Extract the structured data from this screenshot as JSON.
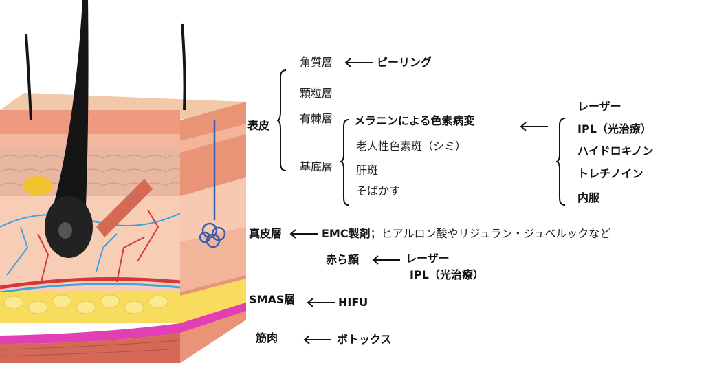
{
  "epidermis": {
    "label": "表皮",
    "layers": [
      "角質層",
      "顆粒層",
      "有棘層",
      "基底層"
    ],
    "stratum_corneum_treatment": "ピーリング"
  },
  "pigment": {
    "heading": "メラニンによる色素病変",
    "conditions": [
      "老人性色素斑（シミ）",
      "肝斑",
      "そばかす"
    ],
    "treatments": [
      "レーザー",
      "IPL（光治療）",
      "ハイドロキノン",
      "トレチノイン",
      "内服"
    ]
  },
  "dermis": {
    "label": "真皮層",
    "treatment_bold": "EMC製剤",
    "treatment_rest": "；ヒアルロン酸やリジュラン・ジュベルックなど"
  },
  "redness": {
    "label": "赤ら顔",
    "treatments": [
      "レーザー",
      "IPL（光治療）"
    ]
  },
  "smas": {
    "label": "SMAS層",
    "treatment": "HIFU"
  },
  "muscle": {
    "label": "筋肉",
    "treatment": "ボトックス"
  },
  "colors": {
    "epidermis_top": "#f2c9a8",
    "epidermis_side": "#ee9a80",
    "dermis": "#f6c8b0",
    "fat": "#f7dc5e",
    "smas": "#e33fb5",
    "muscle": "#d46a55",
    "hair": "#151515",
    "vessel_red": "#d6353a",
    "vessel_blue": "#3aa3e0"
  }
}
